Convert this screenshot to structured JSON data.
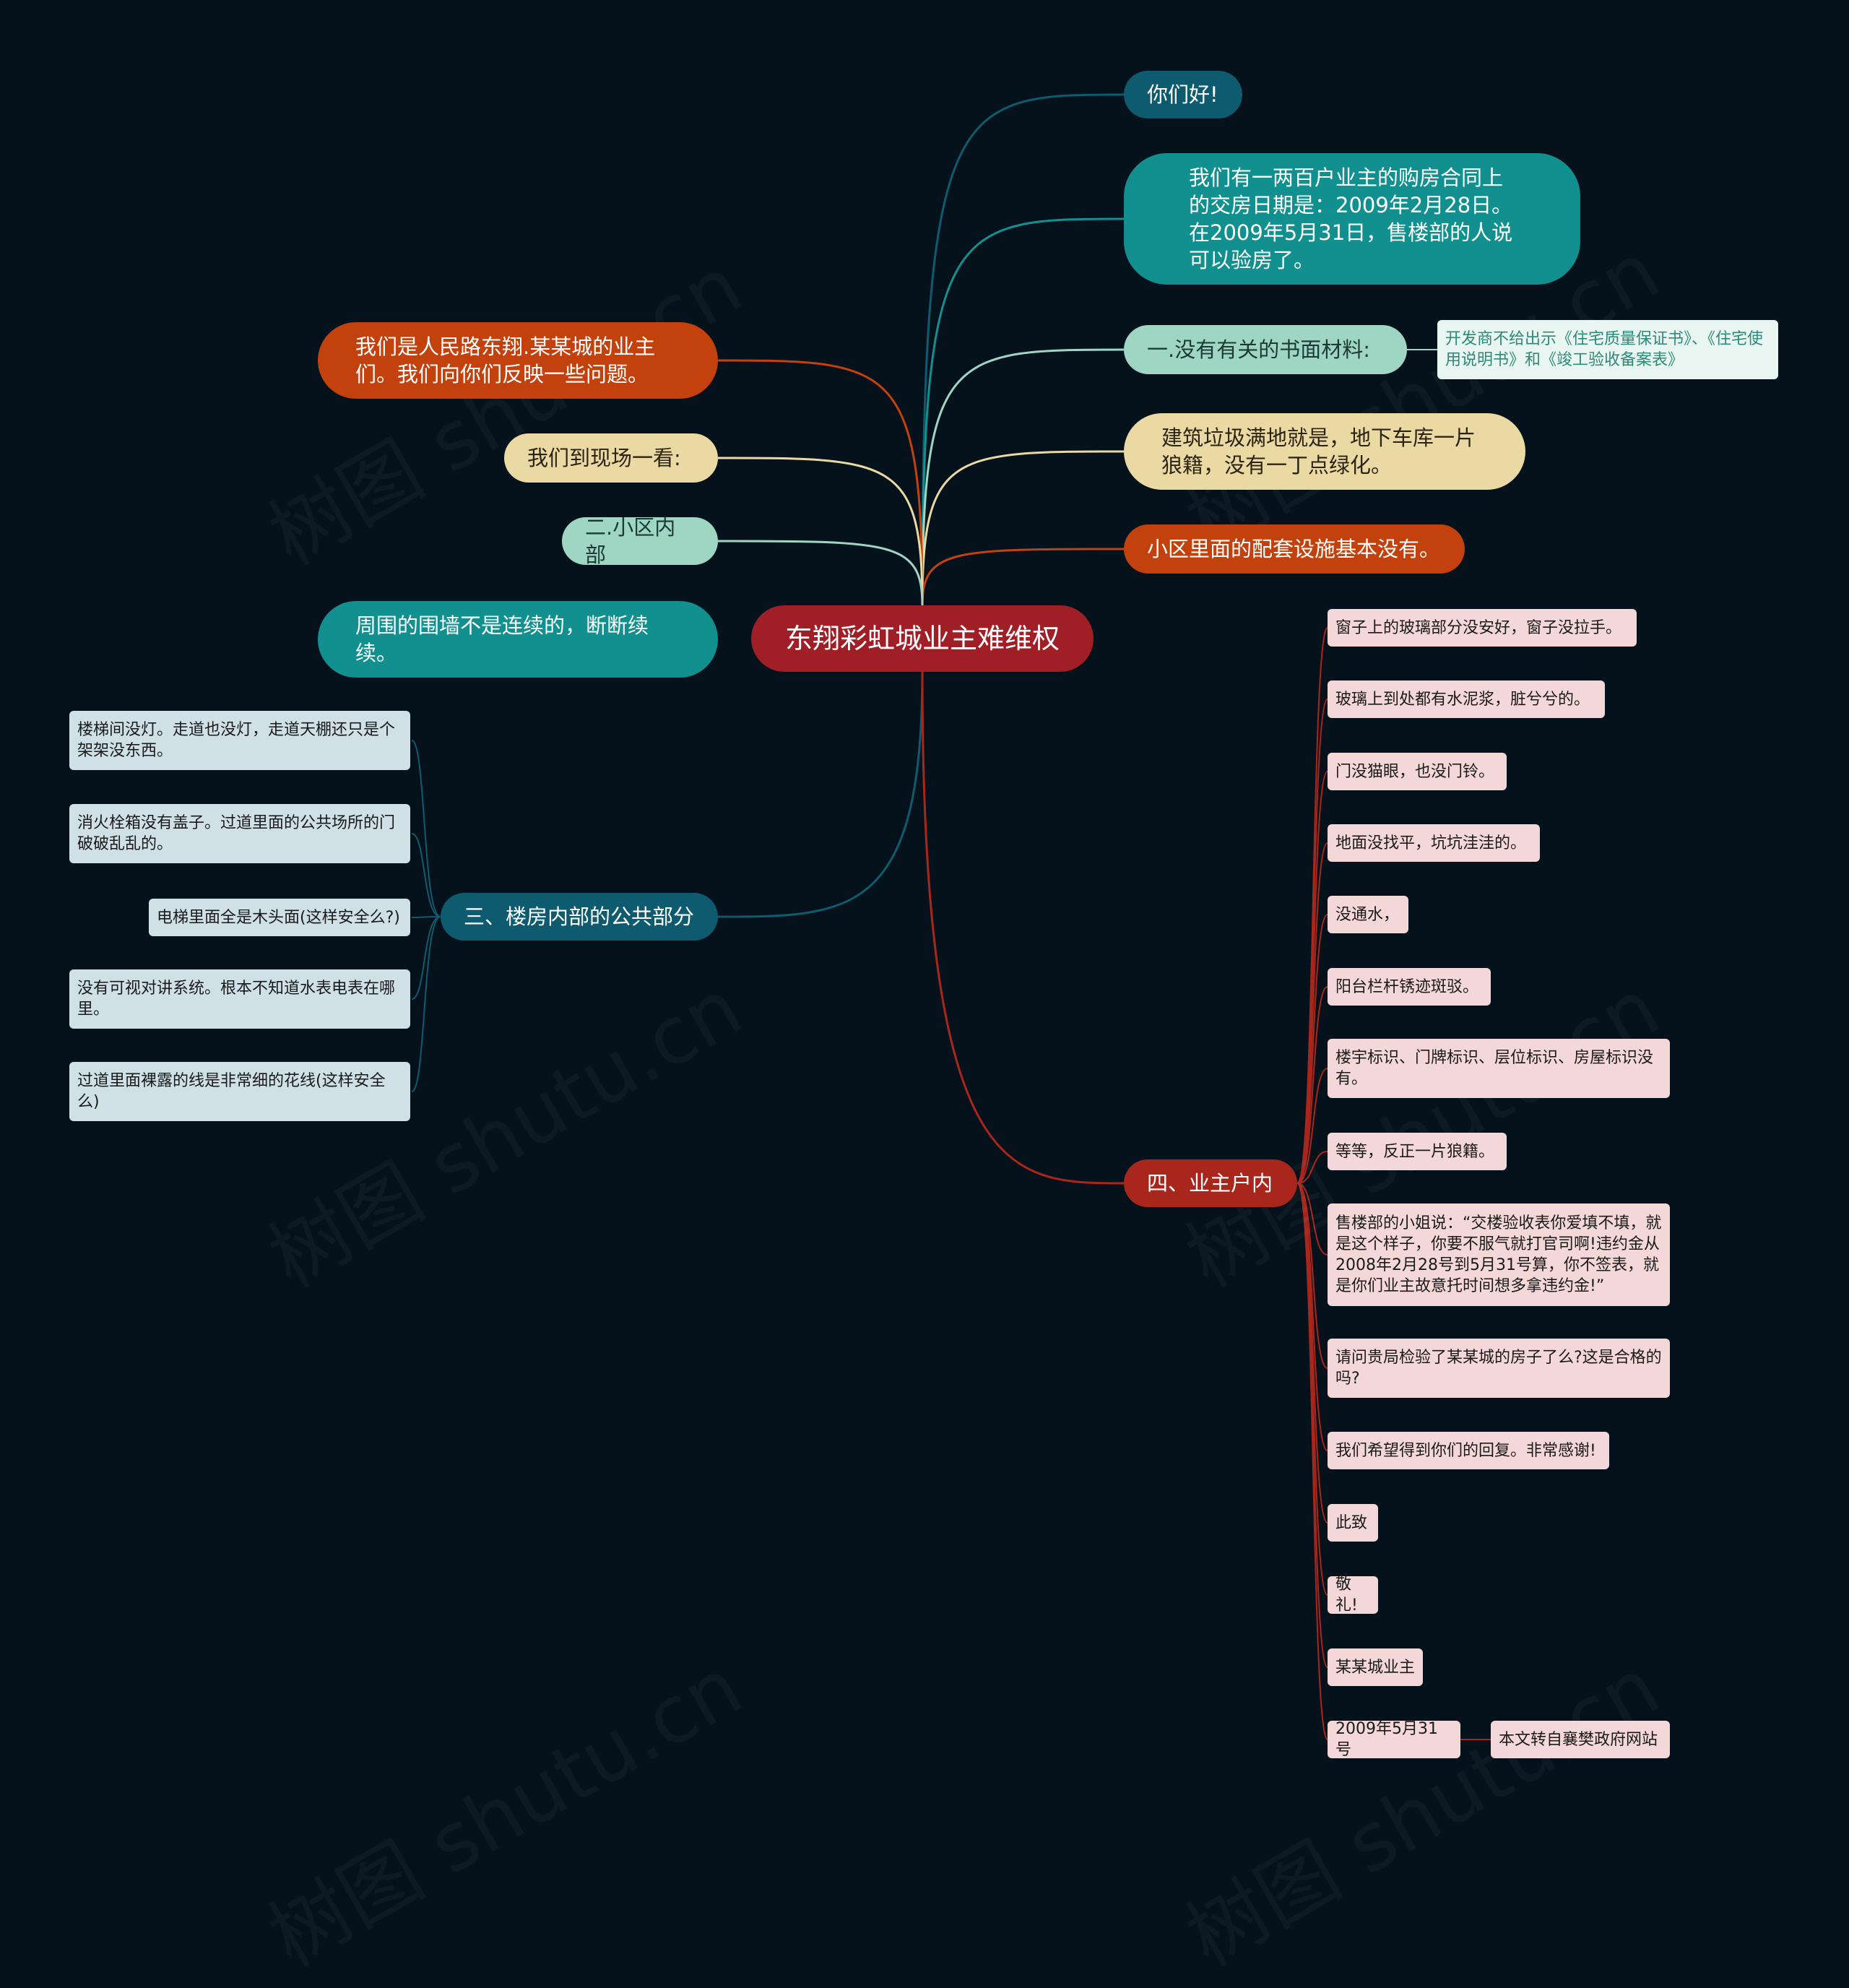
{
  "central": "东翔彩虹城业主难维权",
  "left": {
    "owners": "我们是人民路东翔.某某城的业主们。我们向你们反映一些问题。",
    "visit": "我们到现场一看:",
    "inside": "二.小区内部",
    "wall": "周围的围墙不是连续的，断断续续。",
    "building": {
      "label": "三、楼房内部的公共部分",
      "items": [
        "楼梯间没灯。走道也没灯，走道天棚还只是个架架没东西。",
        "消火栓箱没有盖子。过道里面的公共场所的门破破乱乱的。",
        "电梯里面全是木头面(这样安全么?)",
        "没有可视对讲系统。根本不知道水表电表在哪里。",
        "过道里面裸露的线是非常细的花线(这样安全么)"
      ]
    }
  },
  "right": {
    "hello": "你们好!",
    "contract": "我们有一两百户业主的购房合同上的交房日期是：2009年2月28日。在2009年5月31日，售楼部的人说可以验房了。",
    "docs": {
      "label": "一.没有有关的书面材料:",
      "detail": "开发商不给出示《住宅质量保证书》、《住宅使用说明书》和《竣工验收备案表》"
    },
    "garbage": "建筑垃圾满地就是，地下车库一片狼籍，没有一丁点绿化。",
    "facilities": "小区里面的配套设施基本没有。",
    "household": {
      "label": "四、业主户内",
      "items": [
        "窗子上的玻璃部分没安好，窗子没拉手。",
        "玻璃上到处都有水泥浆，脏兮兮的。",
        "门没猫眼，也没门铃。",
        "地面没找平，坑坑洼洼的。",
        "没通水，",
        "阳台栏杆锈迹斑驳。",
        "楼宇标识、门牌标识、层位标识、房屋标识没有。",
        "等等，反正一片狼籍。",
        "售楼部的小姐说：“交楼验收表你爱填不填，就是这个样子，你要不服气就打官司啊!违约金从2008年2月28号到5月31号算，你不签表，就是你们业主故意托时间想多拿违约金!”",
        "请问贵局检验了某某城的房子了么?这是合格的吗?",
        "我们希望得到你们的回复。非常感谢!",
        "此致",
        "敬礼!",
        "某某城业主",
        "2009年5月31号"
      ],
      "source": "本文转自襄樊政府网站"
    }
  },
  "watermark": "树图 shutu.cn",
  "colors": {
    "background": "#06121b",
    "central": "#a01f27",
    "orange": "#c2410c",
    "cream": "#ead9a2",
    "mint": "#9fd5c3",
    "teal": "#11908f",
    "darkteal": "#0e5a6e",
    "red": "#a8261c",
    "leaf_blue": "#cfe0e6",
    "leaf_pink": "#f3d8d7"
  }
}
